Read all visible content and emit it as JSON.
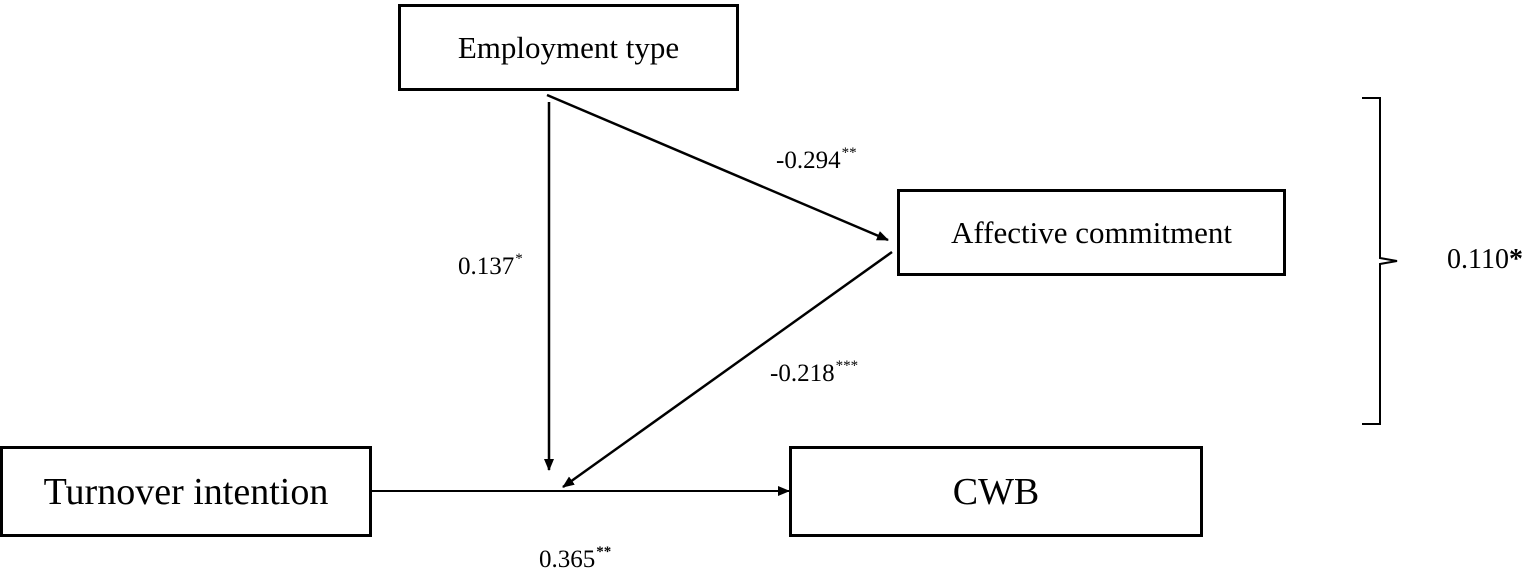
{
  "nodes": {
    "employment_type": "Employment type",
    "affective_commitment": "Affective commitment",
    "turnover_intention": "Turnover intention",
    "cwb": "CWB"
  },
  "paths": {
    "employment_to_affective": {
      "value": "-0.294",
      "stars": "**"
    },
    "employment_to_moderation": {
      "value": "0.137",
      "stars": "*"
    },
    "affective_to_moderation": {
      "value": "-0.218",
      "stars": "***"
    },
    "turnover_to_cwb": {
      "value": "0.365",
      "stars": "**"
    }
  },
  "total_effect": {
    "value": "0.110",
    "stars": "*"
  },
  "colors": {
    "line": "#000000",
    "box_border": "#000000",
    "background": "#ffffff"
  }
}
